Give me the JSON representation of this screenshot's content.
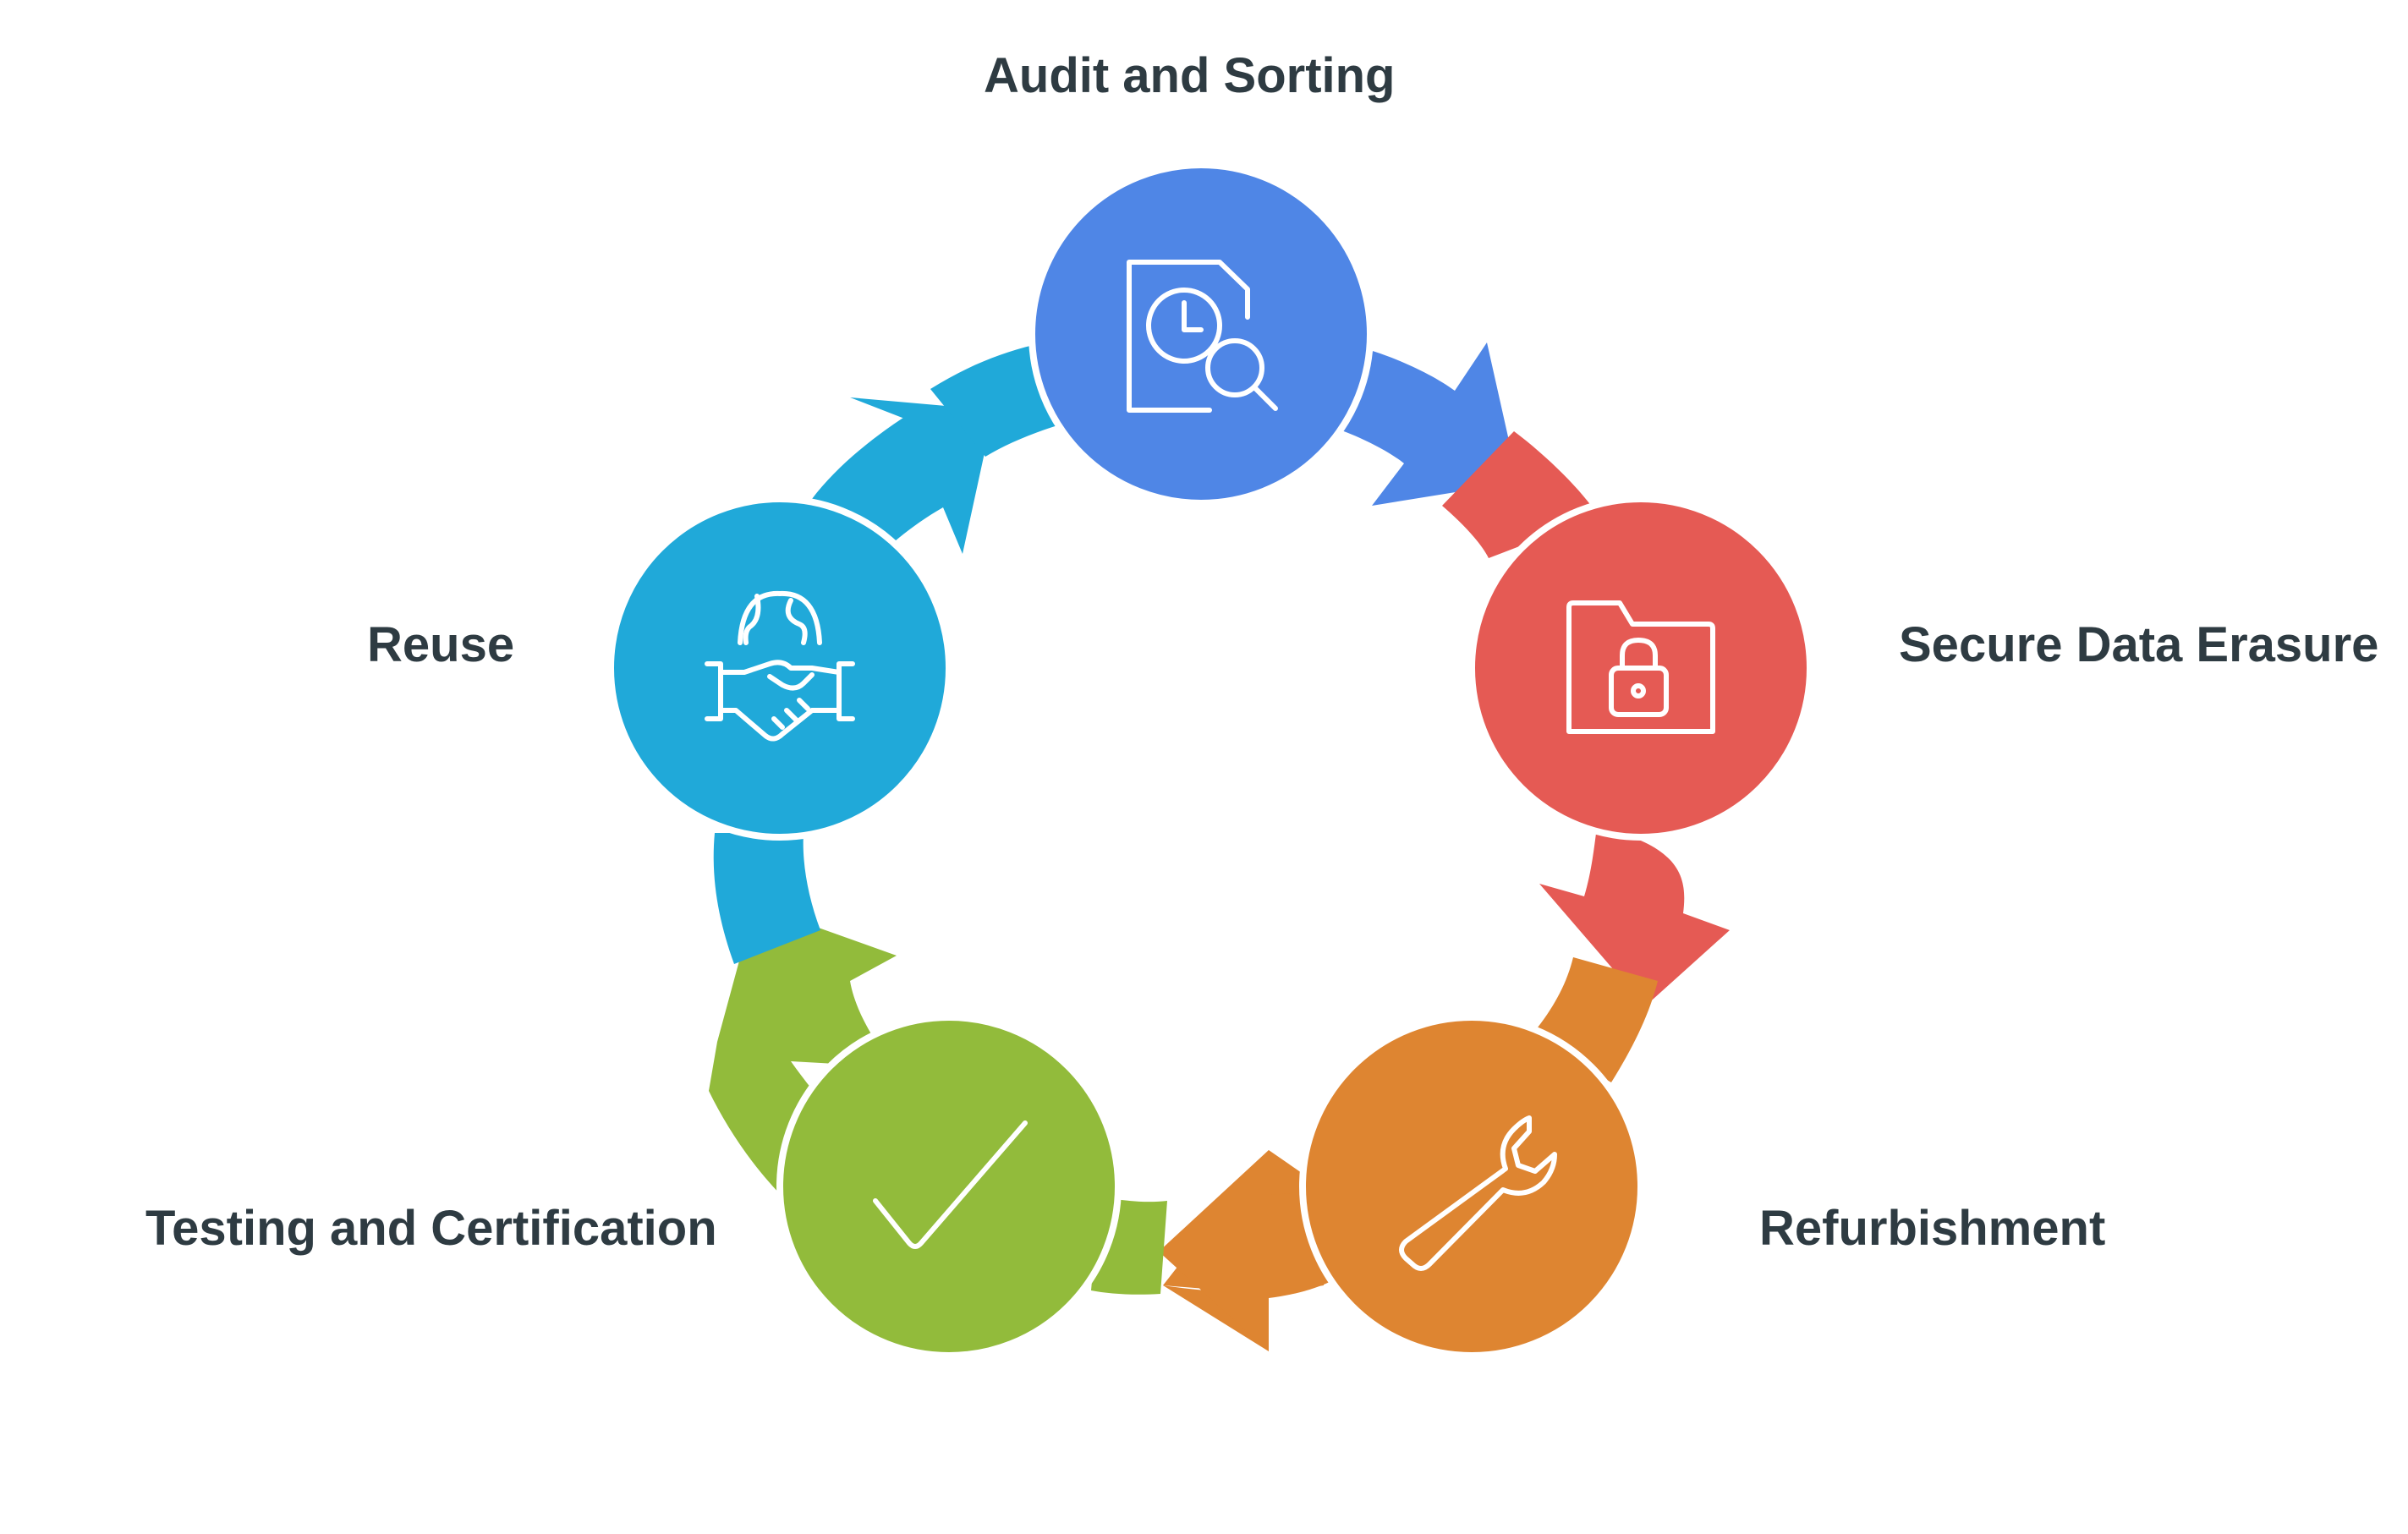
{
  "diagram": {
    "type": "cycle",
    "steps": [
      {
        "id": "audit",
        "label": "Audit and Sorting",
        "color": "#4f86e6",
        "icon": "document-clock-search-icon"
      },
      {
        "id": "erasure",
        "label": "Secure Data Erasure",
        "color": "#e55a54",
        "icon": "locked-folder-icon"
      },
      {
        "id": "refurb",
        "label": "Refurbishment",
        "color": "#de8531",
        "icon": "wrench-icon"
      },
      {
        "id": "testing",
        "label": "Testing and Certification",
        "color": "#92bb3b",
        "icon": "checkmark-icon"
      },
      {
        "id": "reuse",
        "label": "Reuse",
        "color": "#20a9d9",
        "icon": "globe-handshake-icon"
      }
    ],
    "flow": [
      {
        "from": "audit",
        "to": "erasure"
      },
      {
        "from": "erasure",
        "to": "refurb"
      },
      {
        "from": "refurb",
        "to": "testing"
      },
      {
        "from": "testing",
        "to": "reuse"
      },
      {
        "from": "reuse",
        "to": "audit"
      }
    ]
  }
}
